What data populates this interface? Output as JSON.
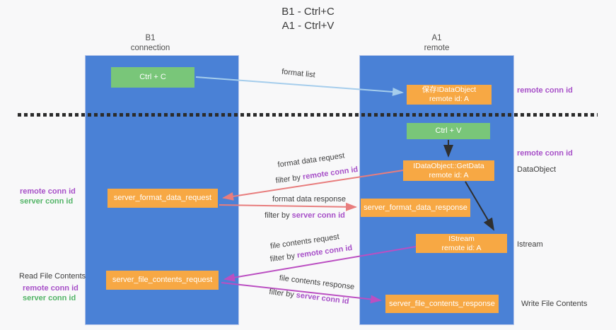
{
  "title": {
    "line1": "B1 - Ctrl+C",
    "line2": "A1 - Ctrl+V"
  },
  "lanes": {
    "left": {
      "name": "B1",
      "type": "connection"
    },
    "right": {
      "name": "A1",
      "type": "remote"
    }
  },
  "boxes": {
    "ctrl_c": "Ctrl + C",
    "ctrl_v": "Ctrl + V",
    "save_dataobject": {
      "line1": "保存IDataObject",
      "line2": "remote id: A"
    },
    "getdata": {
      "line1": "IDataObject::GetData",
      "line2": "remote id: A"
    },
    "istream": {
      "line1": "IStream",
      "line2": "remote id: A"
    },
    "server_format_data_request": "server_format_data_request",
    "server_format_data_response": "server_format_data_response",
    "server_file_contents_request": "server_file_contents_request",
    "server_file_contents_response": "server_file_contents_response"
  },
  "arrow_labels": {
    "format_list": "format list",
    "format_data_request": "format data request",
    "format_data_response": "format data response",
    "file_contents_request": "file contents request",
    "file_contents_response": "file contents response",
    "filter_by": "filter by",
    "remote_conn_id": "remote conn id",
    "server_conn_id": "server conn id"
  },
  "annotations": {
    "remote_conn_id": "remote conn id",
    "server_conn_id": "server conn id",
    "dataobject": "DataObject",
    "istream": "Istream",
    "read_file_contents": "Read File Contents",
    "write_file_contents": "Write File Contents"
  },
  "colors": {
    "lane": "#4a81d6",
    "orange": "#f7a844",
    "green": "#79c679",
    "purple": "#a750c8",
    "greentext": "#53b467",
    "salmon": "#e87d7d",
    "magenta": "#bb4fc2",
    "lightblue": "#a5cdec",
    "dark": "#303030"
  }
}
